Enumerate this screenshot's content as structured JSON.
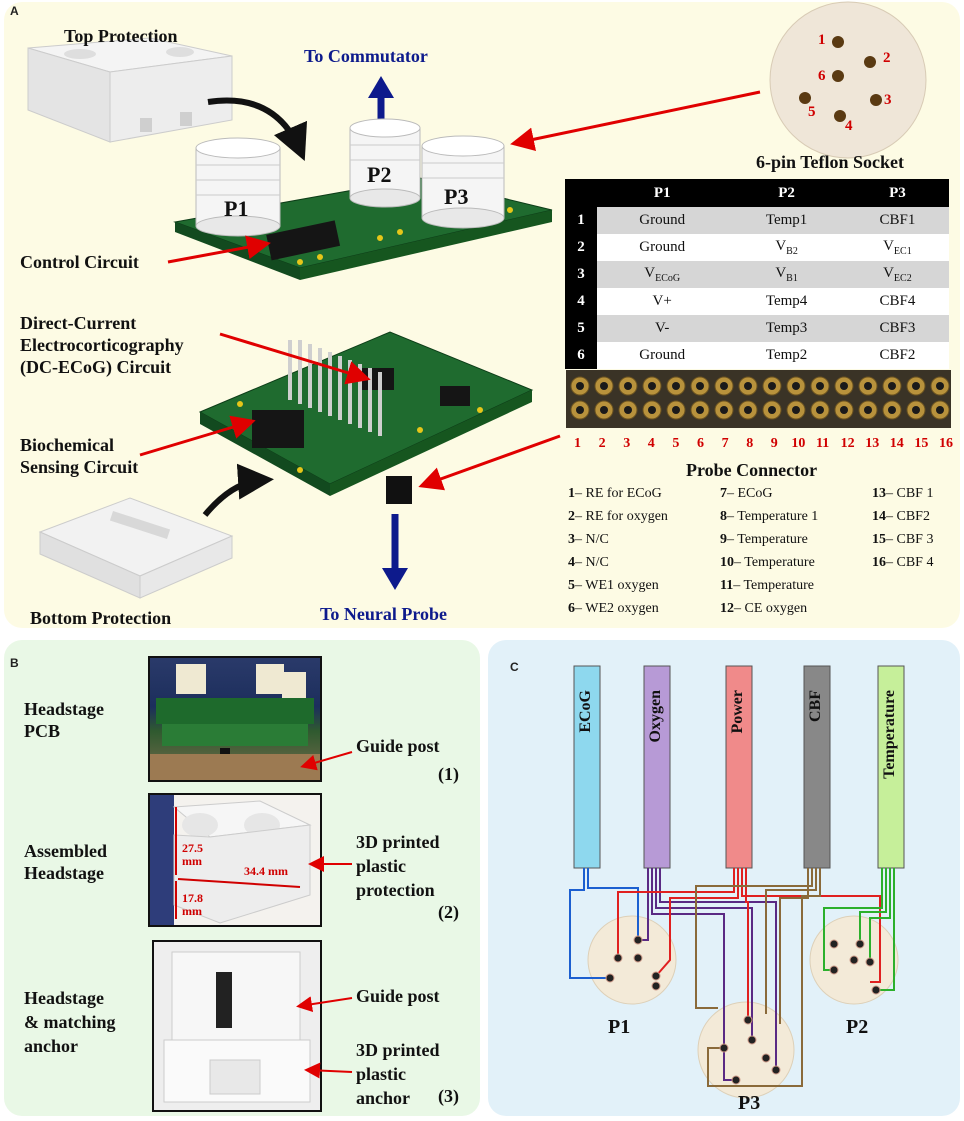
{
  "panel_a": {
    "label": "A",
    "top_protection": "Top Protection",
    "to_commutator": "To Commutator",
    "p1": "P1",
    "p2": "P2",
    "p3": "P3",
    "control_circuit": "Control Circuit",
    "dc_ecog_line1": "Direct-Current",
    "dc_ecog_line2": "Electrocorticography",
    "dc_ecog_line3": "(DC-ECoG) Circuit",
    "biochem_line1": "Biochemical",
    "biochem_line2": "Sensing Circuit",
    "bottom_protection": "Bottom Protection",
    "to_neural_probe": "To Neural Probe",
    "socket_title": "6-pin Teflon Socket",
    "socket_pins": [
      "1",
      "2",
      "3",
      "4",
      "5",
      "6"
    ],
    "table": {
      "headers": [
        "P1",
        "P2",
        "P3"
      ],
      "rows": [
        {
          "num": "1",
          "p1": "Ground",
          "p2": "Temp1",
          "p3": "CBF1"
        },
        {
          "num": "2",
          "p1": "Ground",
          "p2": "V",
          "p2_sub": "B2",
          "p3": "V",
          "p3_sub": "EC1"
        },
        {
          "num": "3",
          "p1": "V",
          "p1_sub": "ECoG",
          "p2": "V",
          "p2_sub": "B1",
          "p3": "V",
          "p3_sub": "EC2"
        },
        {
          "num": "4",
          "p1": "V+",
          "p2": "Temp4",
          "p3": "CBF4"
        },
        {
          "num": "5",
          "p1": "V-",
          "p2": "Temp3",
          "p3": "CBF3"
        },
        {
          "num": "6",
          "p1": "Ground",
          "p2": "Temp2",
          "p3": "CBF2"
        }
      ]
    },
    "connector_numbers": [
      "1",
      "2",
      "3",
      "4",
      "5",
      "6",
      "7",
      "8",
      "9",
      "10",
      "11",
      "12",
      "13",
      "14",
      "15",
      "16"
    ],
    "probe_connector_title": "Probe Connector",
    "probe_legend": [
      {
        "num": "1",
        "text": "RE for ECoG"
      },
      {
        "num": "2",
        "text": "RE for oxygen"
      },
      {
        "num": "3",
        "text": "N/C"
      },
      {
        "num": "4",
        "text": "N/C"
      },
      {
        "num": "5",
        "text": "WE1 oxygen"
      },
      {
        "num": "6",
        "text": "WE2 oxygen"
      },
      {
        "num": "7",
        "text": "ECoG"
      },
      {
        "num": "8",
        "text": "Temperature 1"
      },
      {
        "num": "9",
        "text": "Temperature"
      },
      {
        "num": "10",
        "text": "Temperature"
      },
      {
        "num": "11",
        "text": "Temperature"
      },
      {
        "num": "12",
        "text": "CE oxygen"
      },
      {
        "num": "13",
        "text": "CBF 1"
      },
      {
        "num": "14",
        "text": "CBF2"
      },
      {
        "num": "15",
        "text": "CBF 3"
      },
      {
        "num": "16",
        "text": "CBF 4"
      }
    ]
  },
  "panel_b": {
    "label": "B",
    "headstage_pcb_1": "Headstage",
    "headstage_pcb_2": "PCB",
    "guide_post": "Guide post",
    "num1": "(1)",
    "assembled_1": "Assembled",
    "assembled_2": "Headstage",
    "dim_height": "27.5",
    "dim_height_unit": "mm",
    "dim_width": "34.4 mm",
    "dim_depth": "17.8",
    "dim_depth_unit": "mm",
    "printed_1": "3D printed",
    "printed_2": "plastic",
    "printed_3": "protection",
    "num2": "(2)",
    "anchor_1": "Headstage",
    "anchor_2": "& matching",
    "anchor_3": "anchor",
    "guide_post_2": "Guide post",
    "printed_anchor_1": "3D printed",
    "printed_anchor_2": "plastic",
    "printed_anchor_3": "anchor",
    "num3": "(3)"
  },
  "panel_c": {
    "label": "C",
    "bars": [
      {
        "name": "ECoG",
        "color": "#8ed8ee"
      },
      {
        "name": "Oxygen",
        "color": "#b79ad6"
      },
      {
        "name": "Power",
        "color": "#f08a8a"
      },
      {
        "name": "CBF",
        "color": "#888888"
      },
      {
        "name": "Temperature",
        "color": "#c6ef9a"
      }
    ],
    "p1": "P1",
    "p2": "P2",
    "p3": "P3"
  }
}
